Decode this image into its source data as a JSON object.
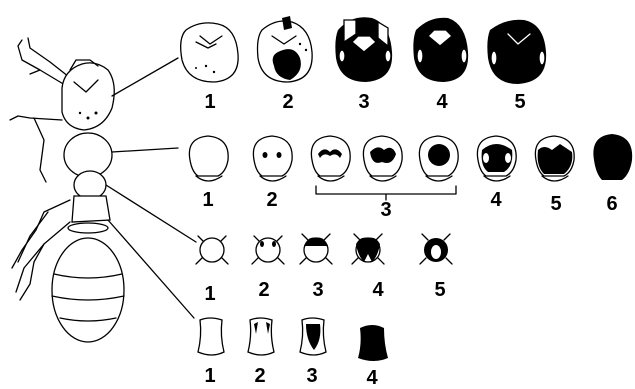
{
  "figure": {
    "rows": [
      {
        "part": "head",
        "labels": [
          "1",
          "2",
          "3",
          "4",
          "5"
        ]
      },
      {
        "part": "thorax-front",
        "labels": [
          "1",
          "2",
          "3",
          "4",
          "5",
          "6"
        ],
        "bracket_label": "3"
      },
      {
        "part": "thorax-mid",
        "labels": [
          "1",
          "2",
          "3",
          "4",
          "5"
        ]
      },
      {
        "part": "thorax-rear",
        "labels": [
          "1",
          "2",
          "3",
          "4"
        ]
      }
    ]
  }
}
